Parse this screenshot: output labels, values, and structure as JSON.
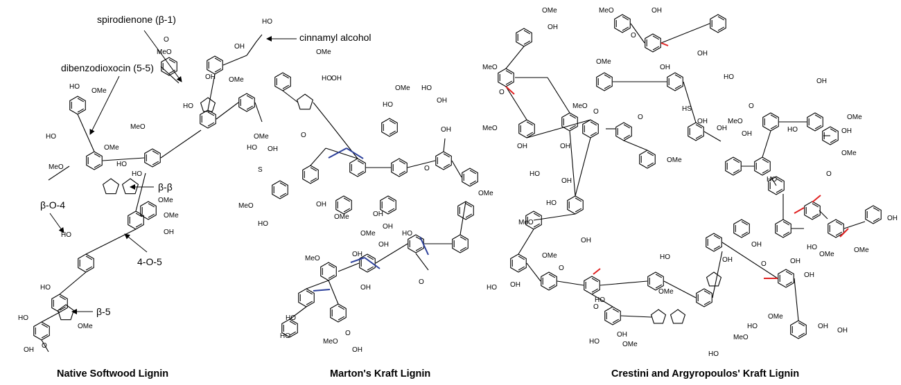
{
  "annotations": {
    "spirodienone": "spirodienone (β-1)",
    "cinnamyl": "cinnamyl alcohol",
    "dibenzodioxocin": "dibenzodioxocin (5-5)",
    "bb": "β-β",
    "bo4": "β-O-4",
    "o45": "4-O-5",
    "b5": "β-5"
  },
  "captions": {
    "native": "Native Softwood Lignin",
    "marton": "Marton's Kraft Lignin",
    "crestini": "Crestini and Argyropoulos' Kraft Lignin"
  },
  "atom_labels": {
    "ho": "HO",
    "oh": "OH",
    "ome": "OMe",
    "meo": "MeO",
    "o": "O",
    "s": "S",
    "hs": "HS"
  },
  "colors": {
    "bond": "#000000",
    "marton_highlight": "#2b3f9a",
    "crestini_highlight": "#e02020"
  }
}
